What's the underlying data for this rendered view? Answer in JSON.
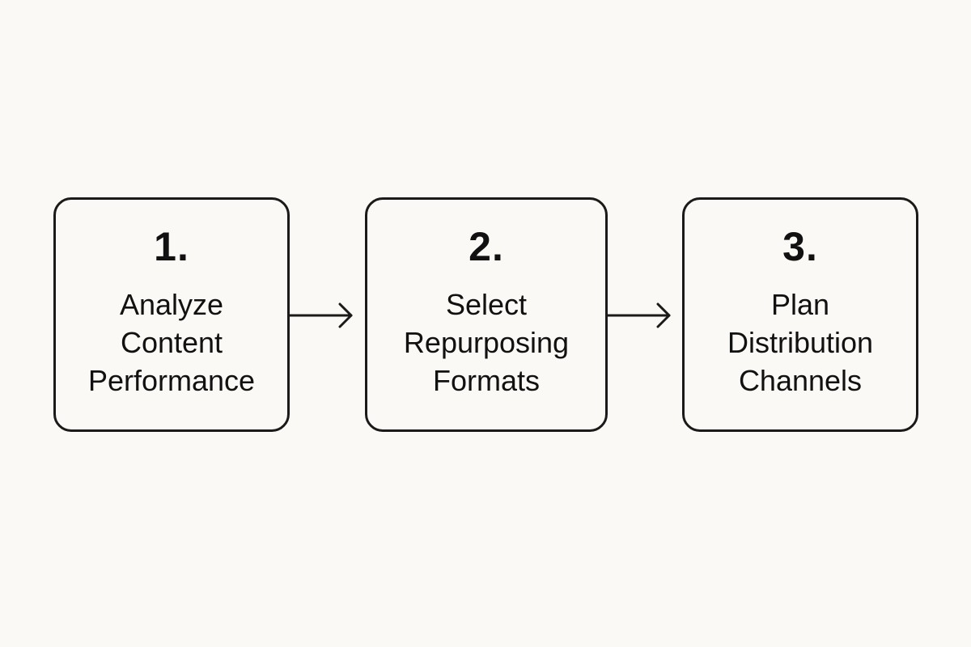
{
  "steps": [
    {
      "number": "1.",
      "label_lines": [
        "Analyze",
        "Content",
        "Performance"
      ]
    },
    {
      "number": "2.",
      "label_lines": [
        "Select",
        "Repurposing",
        "Formats"
      ]
    },
    {
      "number": "3.",
      "label_lines": [
        "Plan",
        "Distribution",
        "Channels"
      ]
    }
  ],
  "colors": {
    "background": "#fbf9f5",
    "stroke": "#1a1a1a",
    "text": "#111111"
  },
  "connectors": [
    "arrow-right-icon",
    "arrow-right-icon"
  ]
}
